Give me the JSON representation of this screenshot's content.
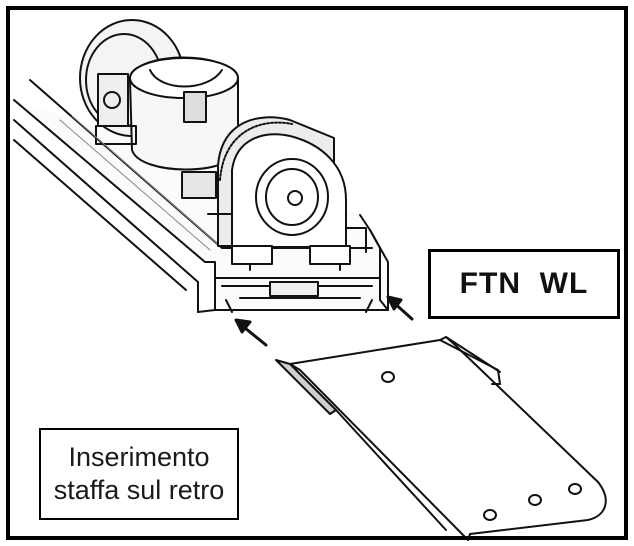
{
  "labels": {
    "model": "FTN  WL",
    "caption_line_1": "Inserimento",
    "caption_line_2": "staffa sul retro"
  },
  "icons": [
    "motor-assembly-drawing",
    "mounting-bracket-drawing",
    "insert-arrow-icon"
  ],
  "colors": {
    "line": "#000000",
    "background": "#ffffff",
    "shade": "#d8d8d8"
  }
}
